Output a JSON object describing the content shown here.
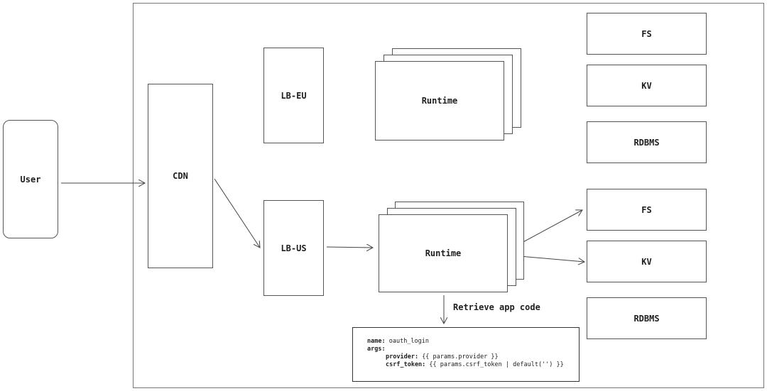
{
  "user": {
    "label": "User"
  },
  "cdn": {
    "label": "CDN"
  },
  "lb_eu": {
    "label": "LB-EU"
  },
  "lb_us": {
    "label": "LB-US"
  },
  "runtime_eu": {
    "label": "Runtime"
  },
  "runtime_us": {
    "label": "Runtime"
  },
  "eu_stores": [
    {
      "label": "FS"
    },
    {
      "label": "KV"
    },
    {
      "label": "RDBMS"
    }
  ],
  "us_stores": [
    {
      "label": "FS"
    },
    {
      "label": "KV"
    },
    {
      "label": "RDBMS"
    }
  ],
  "retrieve_label": "Retrieve app code",
  "code": {
    "name_key": "name:",
    "name_value": "oauth_login",
    "args_key": "args:",
    "provider_key": "provider:",
    "provider_value": "{{ params.provider }}",
    "csrf_key": "csrf_token:",
    "csrf_value": "{{ params.csrf_token | default('') }}"
  }
}
